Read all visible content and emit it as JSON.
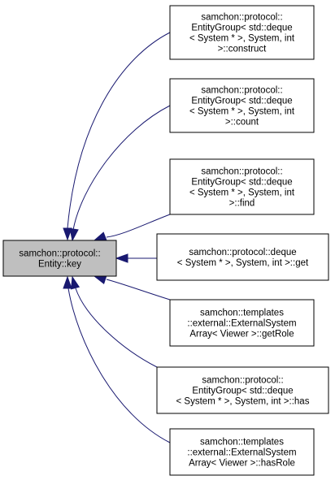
{
  "diagram": {
    "colors": {
      "source_fill": "#bfbfbf",
      "target_fill": "#ffffff",
      "edge": "#191970",
      "border": "#000000"
    },
    "source": {
      "lines": [
        "samchon::protocol::",
        "Entity::key"
      ]
    },
    "callers": [
      {
        "lines": [
          "samchon::protocol::",
          "EntityGroup< std::deque",
          "< System * >, System, int",
          ">::construct"
        ]
      },
      {
        "lines": [
          "samchon::protocol::",
          "EntityGroup< std::deque",
          "< System * >, System, int",
          ">::count"
        ]
      },
      {
        "lines": [
          "samchon::protocol::",
          "EntityGroup< std::deque",
          "< System * >, System, int",
          ">::find"
        ]
      },
      {
        "lines": [
          "samchon::protocol::deque",
          "< System * >, System, int >::get"
        ]
      },
      {
        "lines": [
          "samchon::templates",
          "::external::ExternalSystem",
          "Array< Viewer >::getRole"
        ]
      },
      {
        "lines": [
          "samchon::protocol::",
          "EntityGroup< std::deque",
          "< System * >, System, int >::has"
        ]
      },
      {
        "lines": [
          "samchon::templates",
          "::external::ExternalSystem",
          "Array< Viewer >::hasRole"
        ]
      }
    ]
  }
}
